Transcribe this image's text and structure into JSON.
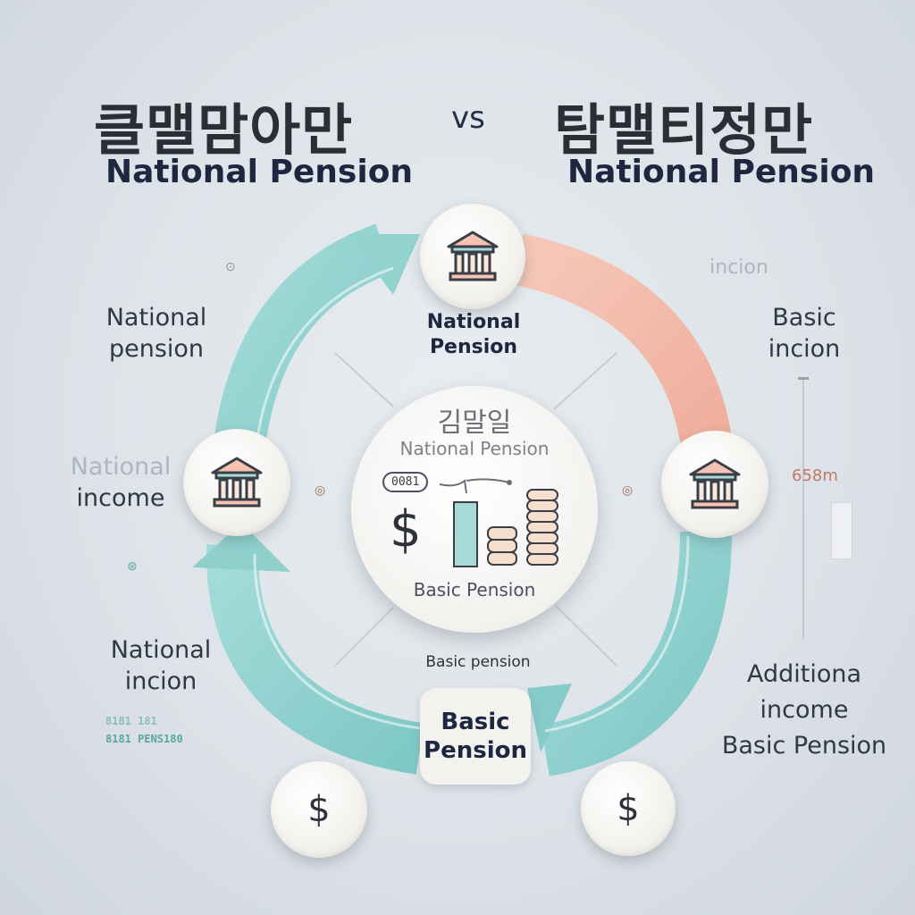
{
  "header": {
    "left_title_ko": "클맬맘아만",
    "left_title_en": "National Pension",
    "vs": "vs",
    "right_title_ko": "탐맬티정만",
    "right_title_en": "National Pension"
  },
  "left_labels": {
    "top": "National\npension",
    "middle_top": "National",
    "middle_bottom": "income",
    "bottom": "National\nincion",
    "tiny_line1": "8181  181",
    "tiny_line2": "8181 PENS180"
  },
  "right_labels": {
    "faint_top": "incion",
    "top": "Basic\nincion",
    "value_tag": "658m",
    "bottom": "Additiona\nincome\nBasic Pension"
  },
  "cycle": {
    "top_node_label": "National\nPension",
    "bottom_label": "Basic pension",
    "bottom_pill": "Basic\nPension",
    "center_ko": "김말일",
    "center_en": "National Pension",
    "center_badge": "0081",
    "center_footer": "Basic Pension",
    "dollar": "$"
  },
  "coins": {
    "left": "$",
    "right": "$"
  },
  "icons": [
    "bank-icon",
    "dollar-coin-icon",
    "coin-stack-icon",
    "bar-chart-icon",
    "cycle-arrow-icon"
  ],
  "colors": {
    "teal": "#8fd1cf",
    "peach": "#f3b9a8",
    "background": "#dde3e8"
  }
}
